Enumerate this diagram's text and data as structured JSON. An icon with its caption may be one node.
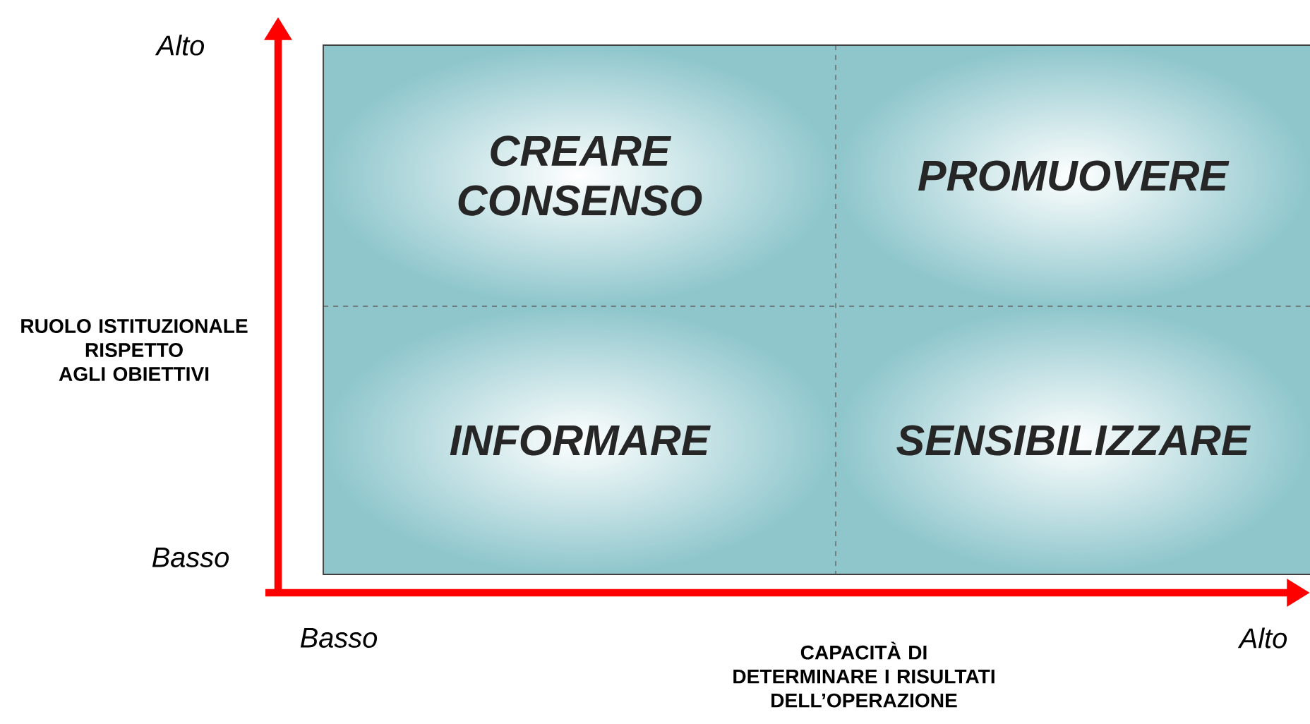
{
  "diagram": {
    "nodes": [
      {
        "text": [
          "CREARE CONSENSO"
        ]
      },
      {
        "text": [
          "PROMUOVERE"
        ]
      },
      {
        "text": [
          "INFORMARE"
        ]
      },
      {
        "text": [
          "SENSIBILIZZARE"
        ]
      }
    ],
    "labels": [
      "Alto",
      "RUOLO ISTITUZIONALE RISPETTO AGLI OBIETTIVI",
      "Basso",
      "Basso",
      "CAPACITÀ DI DETERMINARE I RISULTATI DELL’OPERAZIONE",
      "Alto"
    ]
  }
}
